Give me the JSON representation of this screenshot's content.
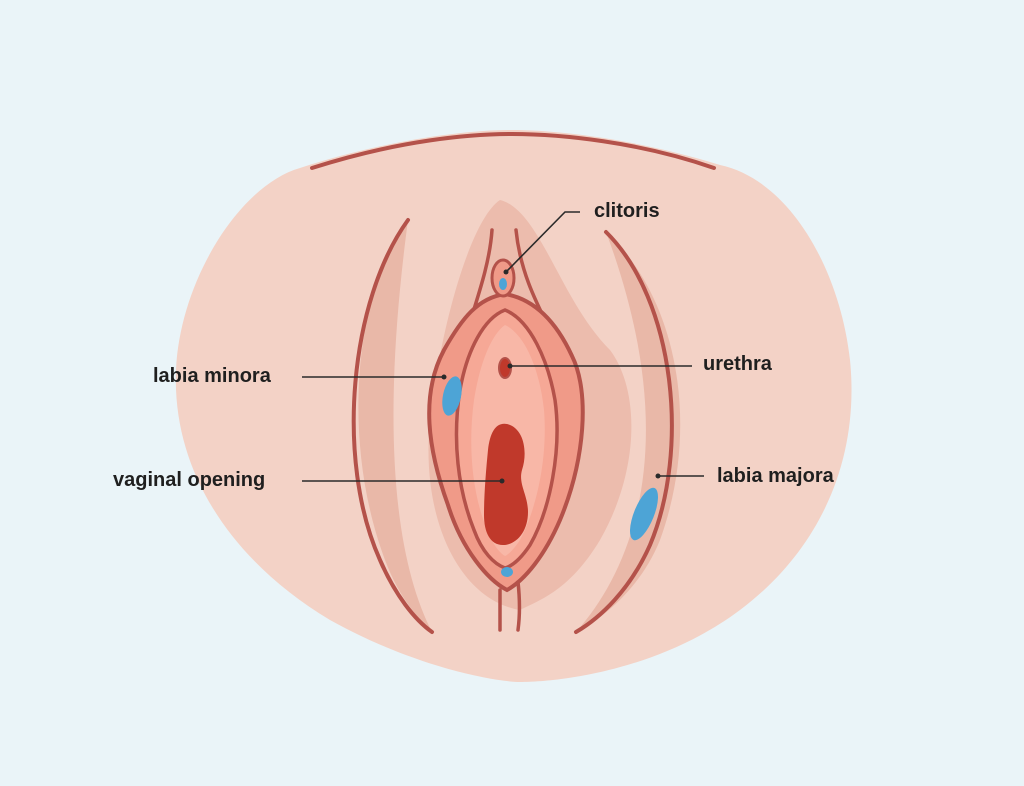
{
  "labels": {
    "clitoris": "clitoris",
    "urethra": "urethra",
    "labia_minora": "labia minora",
    "vaginal_opening": "vaginal opening",
    "labia_majora": "labia majora"
  },
  "colors": {
    "background": "#eaf4f8",
    "skin": "#f3d2c6",
    "skin_shadow": "#e9b8a8",
    "outline": "#b4524a",
    "tissue": "#ee8a79",
    "tissue_light": "#f6a896",
    "opening": "#c0392b",
    "accent": "#4da4d6"
  }
}
